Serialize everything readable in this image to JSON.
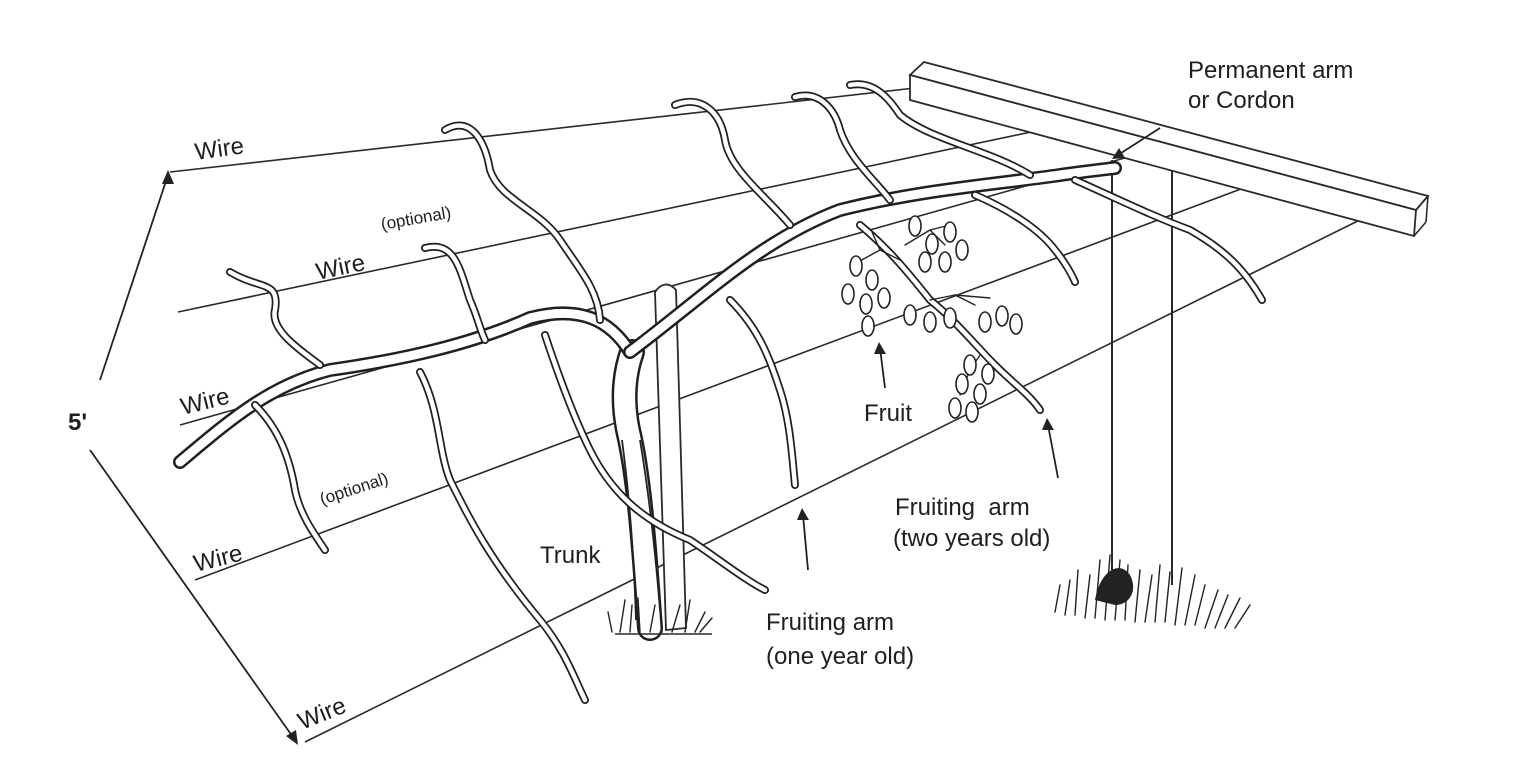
{
  "labels": {
    "wire_top": "Wire",
    "wire_second": "Wire",
    "wire_middle": "Wire",
    "wire_fourth": "Wire",
    "wire_bottom": "Wire",
    "optional_upper": "(optional)",
    "optional_lower": "(optional)",
    "height": "5'",
    "trunk": "Trunk",
    "fruit": "Fruit",
    "permanent_arm_line1": "Permanent arm",
    "permanent_arm_line2": "or Cordon",
    "fruiting_two_line1": "Fruiting  arm",
    "fruiting_two_line2": "(two years old)",
    "fruiting_one_line1": "Fruiting arm",
    "fruiting_one_line2": "(one year old)"
  },
  "colors": {
    "line": "#222222",
    "background": "#ffffff"
  }
}
